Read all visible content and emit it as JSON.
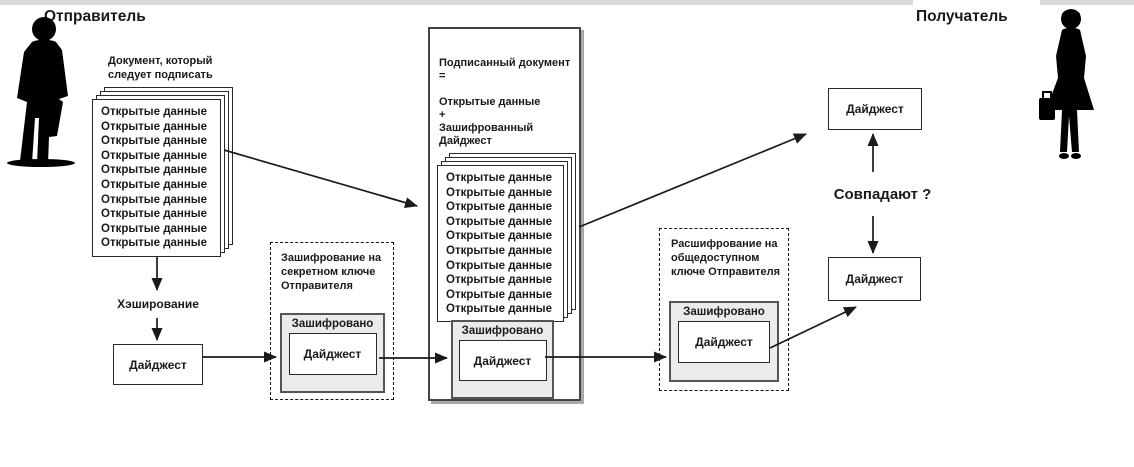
{
  "colors": {
    "top_strip": "#d9d9d9",
    "gray_box_fill": "#ebebeb",
    "line_color": "#1a1a1a",
    "shadow": "#a8a8a8"
  },
  "actors": {
    "sender": {
      "label": "Отправитель",
      "icon": "male-person-silhouette"
    },
    "recipient": {
      "label": "Получатель",
      "icon": "female-person-silhouette"
    }
  },
  "labels": {
    "document_note_lines": [
      "Документ, который",
      "следует подписать"
    ],
    "hashing": "Хэширование",
    "digest": "Дайджест",
    "encrypted": "Зашифровано",
    "match_question": "Совпадают ?"
  },
  "open_document": {
    "lines": [
      "Открытые данные",
      "Открытые данные",
      "Открытые данные",
      "Открытые данные",
      "Открытые данные",
      "Открытые данные",
      "Открытые данные",
      "Открытые данные",
      "Открытые данные",
      "Открытые данные"
    ]
  },
  "encryption_note_lines": [
    "Зашифрование на",
    "секретном ключе",
    "Отправителя"
  ],
  "signed_document": {
    "header_lines": [
      "Подписанный документ =",
      "",
      "Открытые данные",
      "+",
      "Зашифрованный Дайджест"
    ],
    "lines": [
      "Открытые данные",
      "Открытые данные",
      "Открытые данные",
      "Открытые данные",
      "Открытые данные",
      "Открытые данные",
      "Открытые данные",
      "Открытые данные",
      "Открытые данные",
      "Открытые данные"
    ]
  },
  "decryption_note_lines": [
    "Расшифрование на",
    "общедоступном",
    "ключе Отправителя"
  ]
}
